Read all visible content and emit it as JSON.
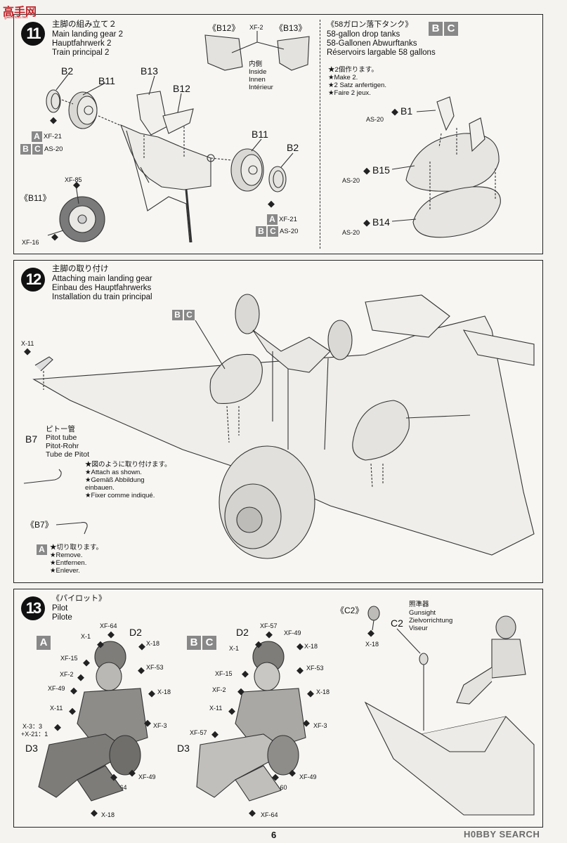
{
  "logo": {
    "top": "高手网",
    "sub": "gaoshou.net"
  },
  "step11": {
    "num": "11",
    "title_jp": "主脚の組み立て２",
    "title_en": "Main landing gear 2",
    "title_de": "Hauptfahrwerk 2",
    "title_fr": "Train principal 2",
    "parts": {
      "b2a": "B2",
      "b11a": "B11",
      "b13": "B13",
      "b12": "B12",
      "b11b": "B11",
      "b2b": "B2"
    },
    "paint_a": {
      "box": "A",
      "code": "XF-21"
    },
    "paint_bc": {
      "box1": "B",
      "box2": "C",
      "code": "AS-20"
    },
    "paint_a2": {
      "box": "A",
      "code": "XF-21"
    },
    "paint_bc2": {
      "box1": "B",
      "box2": "C",
      "code": "AS-20"
    },
    "wheel_detail": {
      "label": "《B11》",
      "top": "XF-85",
      "bottom": "XF-16"
    },
    "detail_b12b13": {
      "b12": "《B12》",
      "b13": "《B13》",
      "code": "XF-2",
      "inside_jp": "内側",
      "inside_en": "Inside",
      "inside_de": "Innen",
      "inside_fr": "Intérieur"
    }
  },
  "tanks": {
    "title_jp": "《58ガロン落下タンク》",
    "title_en": "58-gallon drop tanks",
    "title_de": "58-Gallonen Abwurftanks",
    "title_fr": "Réservoirs largable 58 gallons",
    "box1": "B",
    "box2": "C",
    "notes": [
      "★2個作ります。",
      "★Make 2.",
      "★2 Satz anfertigen.",
      "★Faire 2 jeux."
    ],
    "parts": {
      "b1": "B1",
      "b15": "B15",
      "b14": "B14"
    },
    "codes": {
      "b1": "AS-20",
      "b15": "AS-20",
      "b14": "AS-20"
    }
  },
  "step12": {
    "num": "12",
    "title_jp": "主脚の取り付け",
    "title_en": "Attaching main landing gear",
    "title_de": "Einbau des Hauptfahrwerks",
    "title_fr": "Installation du train principal",
    "bc_left": {
      "box1": "B",
      "box2": "C"
    },
    "bc_right": {
      "box1": "B",
      "box2": "C"
    },
    "x11": "X-11",
    "b7": "B7",
    "pitot_jp": "ピトー管",
    "pitot_en": "Pitot tube",
    "pitot_de": "Pitot-Rohr",
    "pitot_fr": "Tube de Pitot",
    "attach_notes": [
      "★図のように取り付けます。",
      "★Attach as shown.",
      "★Gemäß Abbildung",
      "einbauen.",
      "★Fixer comme indiqué."
    ],
    "b7_detail": "《B7》",
    "remove_box": "A",
    "remove_notes": [
      "★切り取ります。",
      "★Remove.",
      "★Entfernen.",
      "★Enlever."
    ]
  },
  "step13": {
    "num": "13",
    "title_jp": "《パイロット》",
    "title_en": "Pilot",
    "title_fr": "Pilote",
    "variant_a": "A",
    "variant_bc": {
      "box1": "B",
      "box2": "C"
    },
    "pilot_a_labels": {
      "xf64a": "XF-64",
      "d2": "D2",
      "x1": "X-1",
      "x18a": "X-18",
      "xf15": "XF-15",
      "xf53": "XF-53",
      "xf2": "XF-2",
      "xf49a": "XF-49",
      "x18b": "X-18",
      "x11": "X-11",
      "mix1": "X-3：3",
      "mix2": "+X-21：1",
      "xf3": "XF-3",
      "d3": "D3",
      "xf49b": "XF-49",
      "xf64b": "XF-64",
      "x18c": "X-18"
    },
    "pilot_bc_labels": {
      "d2": "D2",
      "xf57a": "XF-57",
      "xf49a": "XF-49",
      "x1": "X-1",
      "x18a": "X-18",
      "xf15": "XF-15",
      "xf53": "XF-53",
      "xf2": "XF-2",
      "x18b": "X-18",
      "x11": "X-11",
      "xf3": "XF-3",
      "xf57b": "XF-57",
      "d3": "D3",
      "xf49b": "XF-49",
      "xf60": "XF-60",
      "xf64": "XF-64"
    },
    "c2_detail": {
      "label": "《C2》",
      "code": "X-18"
    },
    "gunsight": {
      "part": "C2",
      "jp": "照準器",
      "en": "Gunsight",
      "de": "Zielvorrichtung",
      "fr": "Viseur"
    }
  },
  "page_number": "6",
  "watermark": "H0BBY SEARCH"
}
